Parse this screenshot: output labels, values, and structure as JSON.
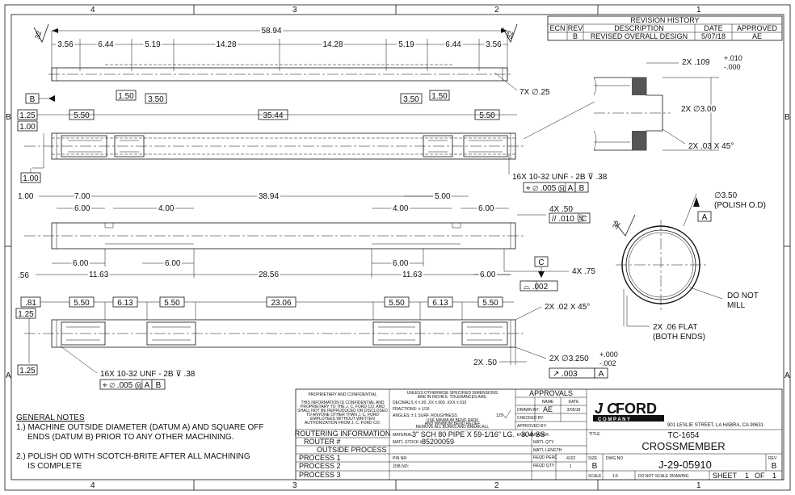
{
  "zones_top": [
    "4",
    "3",
    "2",
    "1"
  ],
  "zones_side": [
    "B",
    "A"
  ],
  "revision": {
    "title": "REVISION HISTORY",
    "headers": [
      "ECN",
      "REV",
      "DESCRIPTION",
      "DATE",
      "APPROVED"
    ],
    "row": [
      "",
      "B",
      "REVISED OVERALL DESIGN",
      "5/07/18",
      "AE"
    ]
  },
  "view1": {
    "overall": "58.94",
    "dims": [
      "3.56",
      "6.44",
      "5.19",
      "14.28",
      "14.28",
      "5.19",
      "6.44",
      "3.56"
    ],
    "finish": "32",
    "holes": "7X ∅.25"
  },
  "view2": {
    "datum": "B",
    "dims": [
      "1.25",
      "1.00",
      "5.50",
      "1.50",
      "3.50",
      "35.44",
      "3.50",
      "1.50",
      "5.50",
      "1.00"
    ],
    "thread": "16X 10-32 UNF - 2B ⊽ .38",
    "fcf": [
      "⌖ ∅ .005 Ⓜ",
      "A",
      "B"
    ]
  },
  "detail": {
    "chamfer_dim": "2X .109",
    "tol_plus": "+.010",
    "tol_minus": "-.000",
    "dia": "2X ∅3.00",
    "chamfer": "2X .03 X 45°"
  },
  "view3": {
    "dims_top": [
      "1.00",
      "7.00",
      "6.00",
      "4.00",
      "38.94",
      "5.00",
      "4.00",
      "6.00"
    ],
    "dims_bottom": [
      ".56",
      "6.00",
      "11.63",
      "6.00",
      "28.56",
      "6.00",
      "11.63",
      "6.00"
    ],
    "slot": "4X .50",
    "parallel": [
      "// .010 Ⓢ",
      "C"
    ],
    "depth": "4X .75",
    "datum_c": "C",
    "profile": "⌓ .002"
  },
  "endview": {
    "dia": "∅3.50",
    "polish": "(POLISH O.D)",
    "datum": "A",
    "finish": "32",
    "note1": "DO NOT",
    "note2": "MILL",
    "flat1": "2X .06 FLAT",
    "flat2": "(BOTH ENDS)"
  },
  "view4": {
    "dims": [
      ".81",
      "1.25",
      "5.50",
      "6.13",
      "5.50",
      "23.06",
      "5.50",
      "6.13",
      "5.50"
    ],
    "chamfer": "2X .02 X 45°",
    "left_dim": "1.25",
    "thread": "16X 10-32 UNF - 2B ⊽ .38",
    "fcf": [
      "⌖ ∅ .005 Ⓜ",
      "A",
      "B"
    ],
    "len": "2X .50",
    "od": "2X ∅3.250",
    "od_plus": "+.000",
    "od_minus": "-.002",
    "runout": [
      "↗ .003",
      "A"
    ]
  },
  "notes": {
    "title": "GENERAL NOTES",
    "n1a": "1.) MACHINE OUTSIDE DIAMETER (DATUM A) AND SQUARE OFF",
    "n1b": "ENDS (DATUM B) PRIOR TO ANY OTHER MACHINING.",
    "n2a": "2.) POLISH OD WITH SCOTCH-BRITE AFTER ALL MACHINING",
    "n2b": "IS COMPLETE"
  },
  "titleblock": {
    "prop_title": "PROPRIETARY AND CONFIDENTIAL",
    "prop_text": [
      "THIS INFORMATION IS CONFIDENTIAL AND",
      "PROPRIETARY TO THE J. C. FORD CO. AND",
      "SHALL NOT BE REPRODUCED OR DISCLOSED",
      "TO ANYONE OTHER THAN J. C. FORD",
      "EMPLOYEES WITHOUT WRITTEN",
      "AUTHORIZATION FROM J. C. FORD CO."
    ],
    "routing": "ROUTERING INFORMATION",
    "router": "ROUTER #",
    "outside": "OUTSIDE PROCESS",
    "p1": "PROCESS 1",
    "p2": "PROCESS 2",
    "p3": "PROCESS 3",
    "tol_head": [
      "UNLESS OTHERWISE SPECIFIED DIMENSIONS",
      "ARE IN INCHES. TOLERANCES ARE:"
    ],
    "decimals": "DECIMALS  X ±.00    .XX ±.000  .XXX ±.010",
    "fractions": "FRACTIONS: ± 1/16",
    "angles": "ANGLES: ± 1  SURF. ROUGHNESS:",
    "rough": "125",
    "radii": [
      "USE MINIMUM BEND RADII",
      "AND MINIMUM BEND RELIEF",
      "REMOVE ALL BURRS AND BREAK ALL",
      "SHARP EDGES .005-.010"
    ],
    "material_lbl": "MATERIAL:",
    "material": "3\" SCH 80 PIPE X 59-1/16\" LG. - 304 SS",
    "stock_lbl": "MAT'L STOCK #",
    "stock": "85200059",
    "pin_lbl": "PIN NR:",
    "job_lbl": "JOB NO:",
    "approvals": "APPROVALS",
    "name_h": "NAME",
    "date_h": "DATE",
    "drawn": "DRAWN BY:",
    "drawn_name": "AE",
    "drawn_date": "3/05/18",
    "checked": "CHECKED BY:",
    "approved": "APPROVED BY:",
    "eng": "ENG. MANAGER:",
    "matl_qty": "MAT'L QTY",
    "matl_len": "MAT'L LENGTH",
    "reqd_perc": "REQD PERC",
    "reqd_perc_v": ".4102",
    "reqd_qty": "REQD QTY",
    "reqd_qty_v": "1",
    "logo_jc": "J C",
    "logo_ford": "FORD",
    "logo_co": "C O M P A N Y",
    "address": "901 LESLIE STREET, LA HABRA, CA 90631",
    "title_lbl": "TITLE",
    "part_no": "TC-1654",
    "part_name": "CROSSMEMBER",
    "size_lbl": "SIZE",
    "size": "B",
    "dwg_lbl": "DWG NO",
    "dwg": "J-29-05910",
    "rev_lbl": "REV",
    "rev": "B",
    "scale_lbl": "SCALE",
    "scale": "1:6",
    "dnsd": "DO NOT SCALE DRAWING",
    "sheet_lbl": "SHEET",
    "sheet": "1",
    "of_lbl": "OF",
    "of": "1"
  }
}
